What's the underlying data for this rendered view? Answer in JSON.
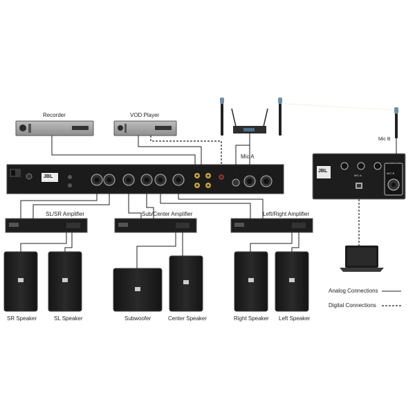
{
  "devices": {
    "recorder": "Recorder",
    "vod_player": "VOD Player",
    "mic_a": "Mic A",
    "mic_b": "Mic B",
    "processor_badge": "JBL",
    "usb_panel_badge": "JBL",
    "usb_panel_input_label": "MIC A",
    "usb_panel_mic_label": "MIC B"
  },
  "amplifiers": [
    {
      "label": "SL/SR Amplifier"
    },
    {
      "label": "Sub/Center Amplifier"
    },
    {
      "label": "Left/Right Amplifier"
    }
  ],
  "speakers": [
    {
      "label": "SR Speaker"
    },
    {
      "label": "SL Speaker"
    },
    {
      "label": "Subwoofer"
    },
    {
      "label": "Center Speaker"
    },
    {
      "label": "Right Speaker"
    },
    {
      "label": "Left Speaker"
    }
  ],
  "legend": {
    "analog": "Analog Connections",
    "digital": "Digital Connections"
  },
  "colors": {
    "device": "#2a2a2a",
    "panel": "#1b1b1b",
    "line": "#1e1e1e",
    "mic_head": "#6f8fa8",
    "wireless_link": "#e6e6b8"
  }
}
